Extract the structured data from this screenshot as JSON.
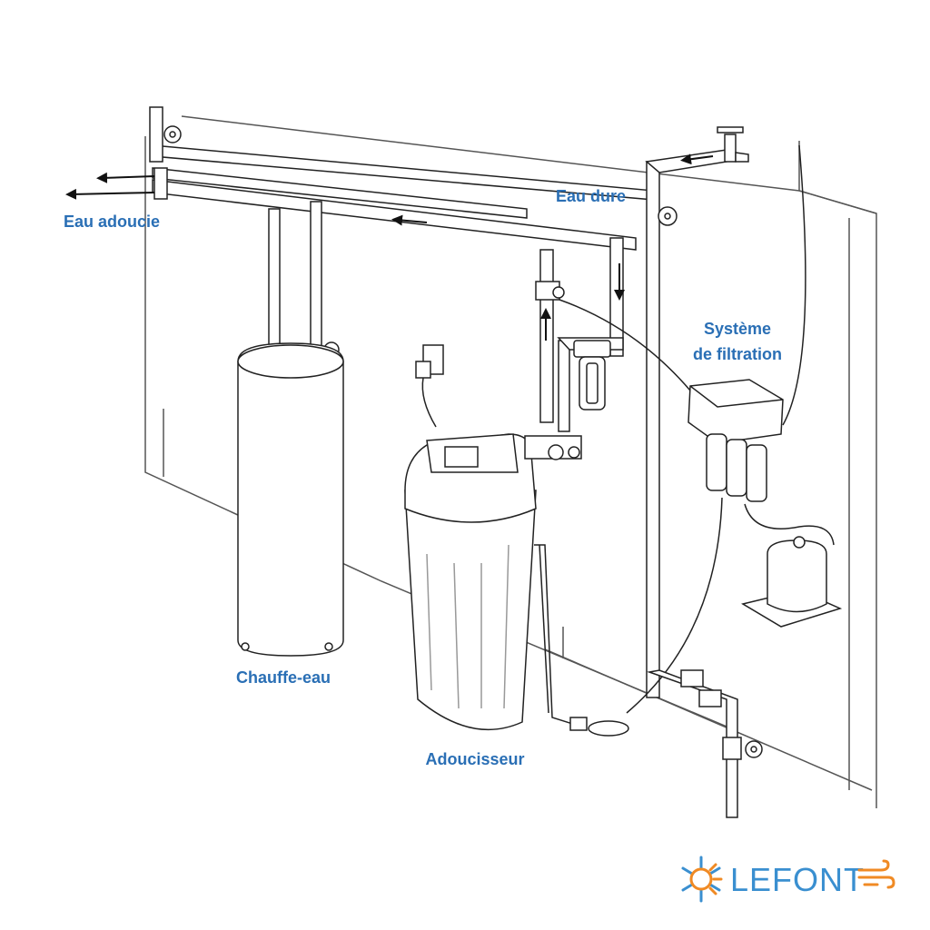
{
  "labels": {
    "eau_adoucie": "Eau adoucie",
    "eau_dure": "Eau dure",
    "systeme_filtration_line1": "Système",
    "systeme_filtration_line2": "de filtration",
    "chauffe_eau": "Chauffe-eau",
    "adoucisseur": "Adoucisseur"
  },
  "logo": {
    "text": "LEFONT",
    "sun_snowflake_icon": "sun-snowflake-icon",
    "wind_icon": "wind-icon"
  },
  "colors": {
    "label_blue": "#2a6fb5",
    "line": "#222222",
    "logo_blue": "#3a8fd0",
    "logo_orange": "#f08a24"
  }
}
